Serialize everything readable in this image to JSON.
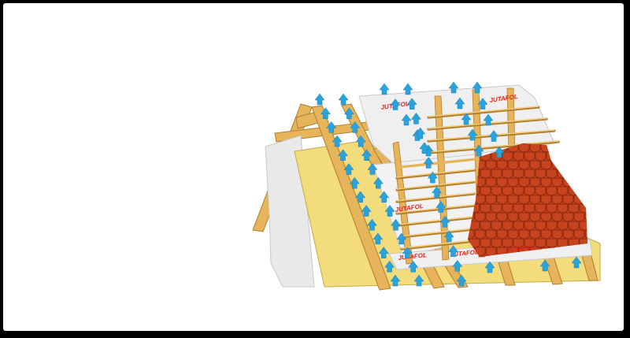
{
  "diagram": {
    "brand_labels": [
      {
        "id": "membrane-label-1",
        "text": "JUTAFOL"
      },
      {
        "id": "membrane-label-2",
        "text": "JUTAFOL"
      },
      {
        "id": "membrane-label-3",
        "text": "JUTAFOL"
      },
      {
        "id": "membrane-label-4",
        "text": "JUTAFOL"
      },
      {
        "id": "membrane-label-5",
        "text": "JUTAFOL"
      },
      {
        "id": "membrane-label-6",
        "text": "JUTAFOL"
      }
    ],
    "colors": {
      "timber": "#e6b45a",
      "timber_dark": "#b07e2e",
      "insulation": "#f2dc7c",
      "membrane": "#eeeeee",
      "membrane_edge": "#c9c9c9",
      "vapour_foil": "#dcdcdc",
      "airflow_arrow": "#2aa3dc",
      "tile": "#c8441e",
      "tile_edge": "#8f2a10",
      "brand_text": "#e2231a"
    },
    "icons": {
      "airflow": "up-arrow-icon",
      "roof_tile": "tile-icon"
    }
  }
}
